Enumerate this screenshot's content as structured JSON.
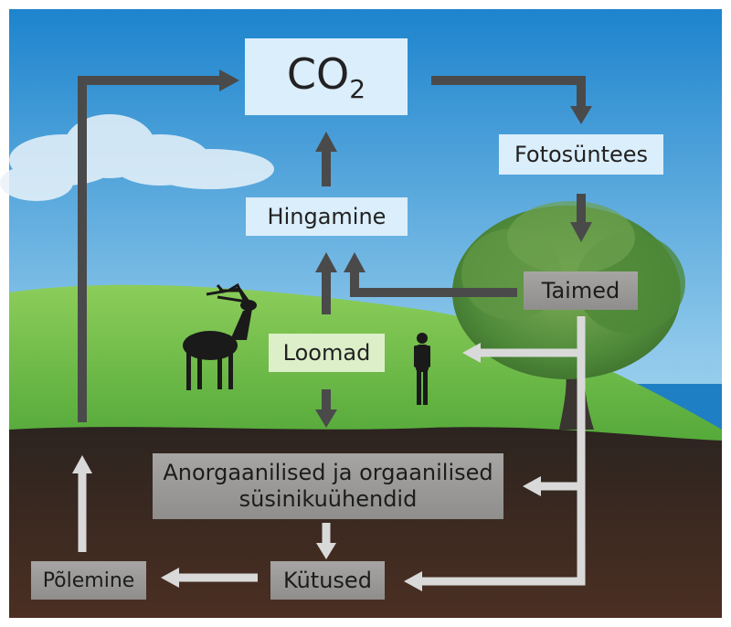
{
  "nodes": {
    "co2": {
      "main": "CO",
      "sub": "2"
    },
    "fotosuntees": "Fotosüntees",
    "hingamine": "Hingamine",
    "taimed": "Taimed",
    "loomad": "Loomad",
    "anorg_line1": "Anorgaanilised ja orgaanilised",
    "anorg_line2": "süsinikuühendid",
    "kutused": "Kütused",
    "polemine": "Põlemine"
  },
  "colors": {
    "sky_top": "#1f86cf",
    "sky_bottom": "#bfe0f3",
    "grass": "#6fbe44",
    "soil": "#3b2a22",
    "arrow_dark": "#4a4a4a",
    "arrow_light": "#d9d9d9",
    "water": "#1f7fc4"
  },
  "icons": [
    "deer-silhouette-icon",
    "human-silhouette-icon",
    "tree-icon",
    "cloud-icon"
  ]
}
